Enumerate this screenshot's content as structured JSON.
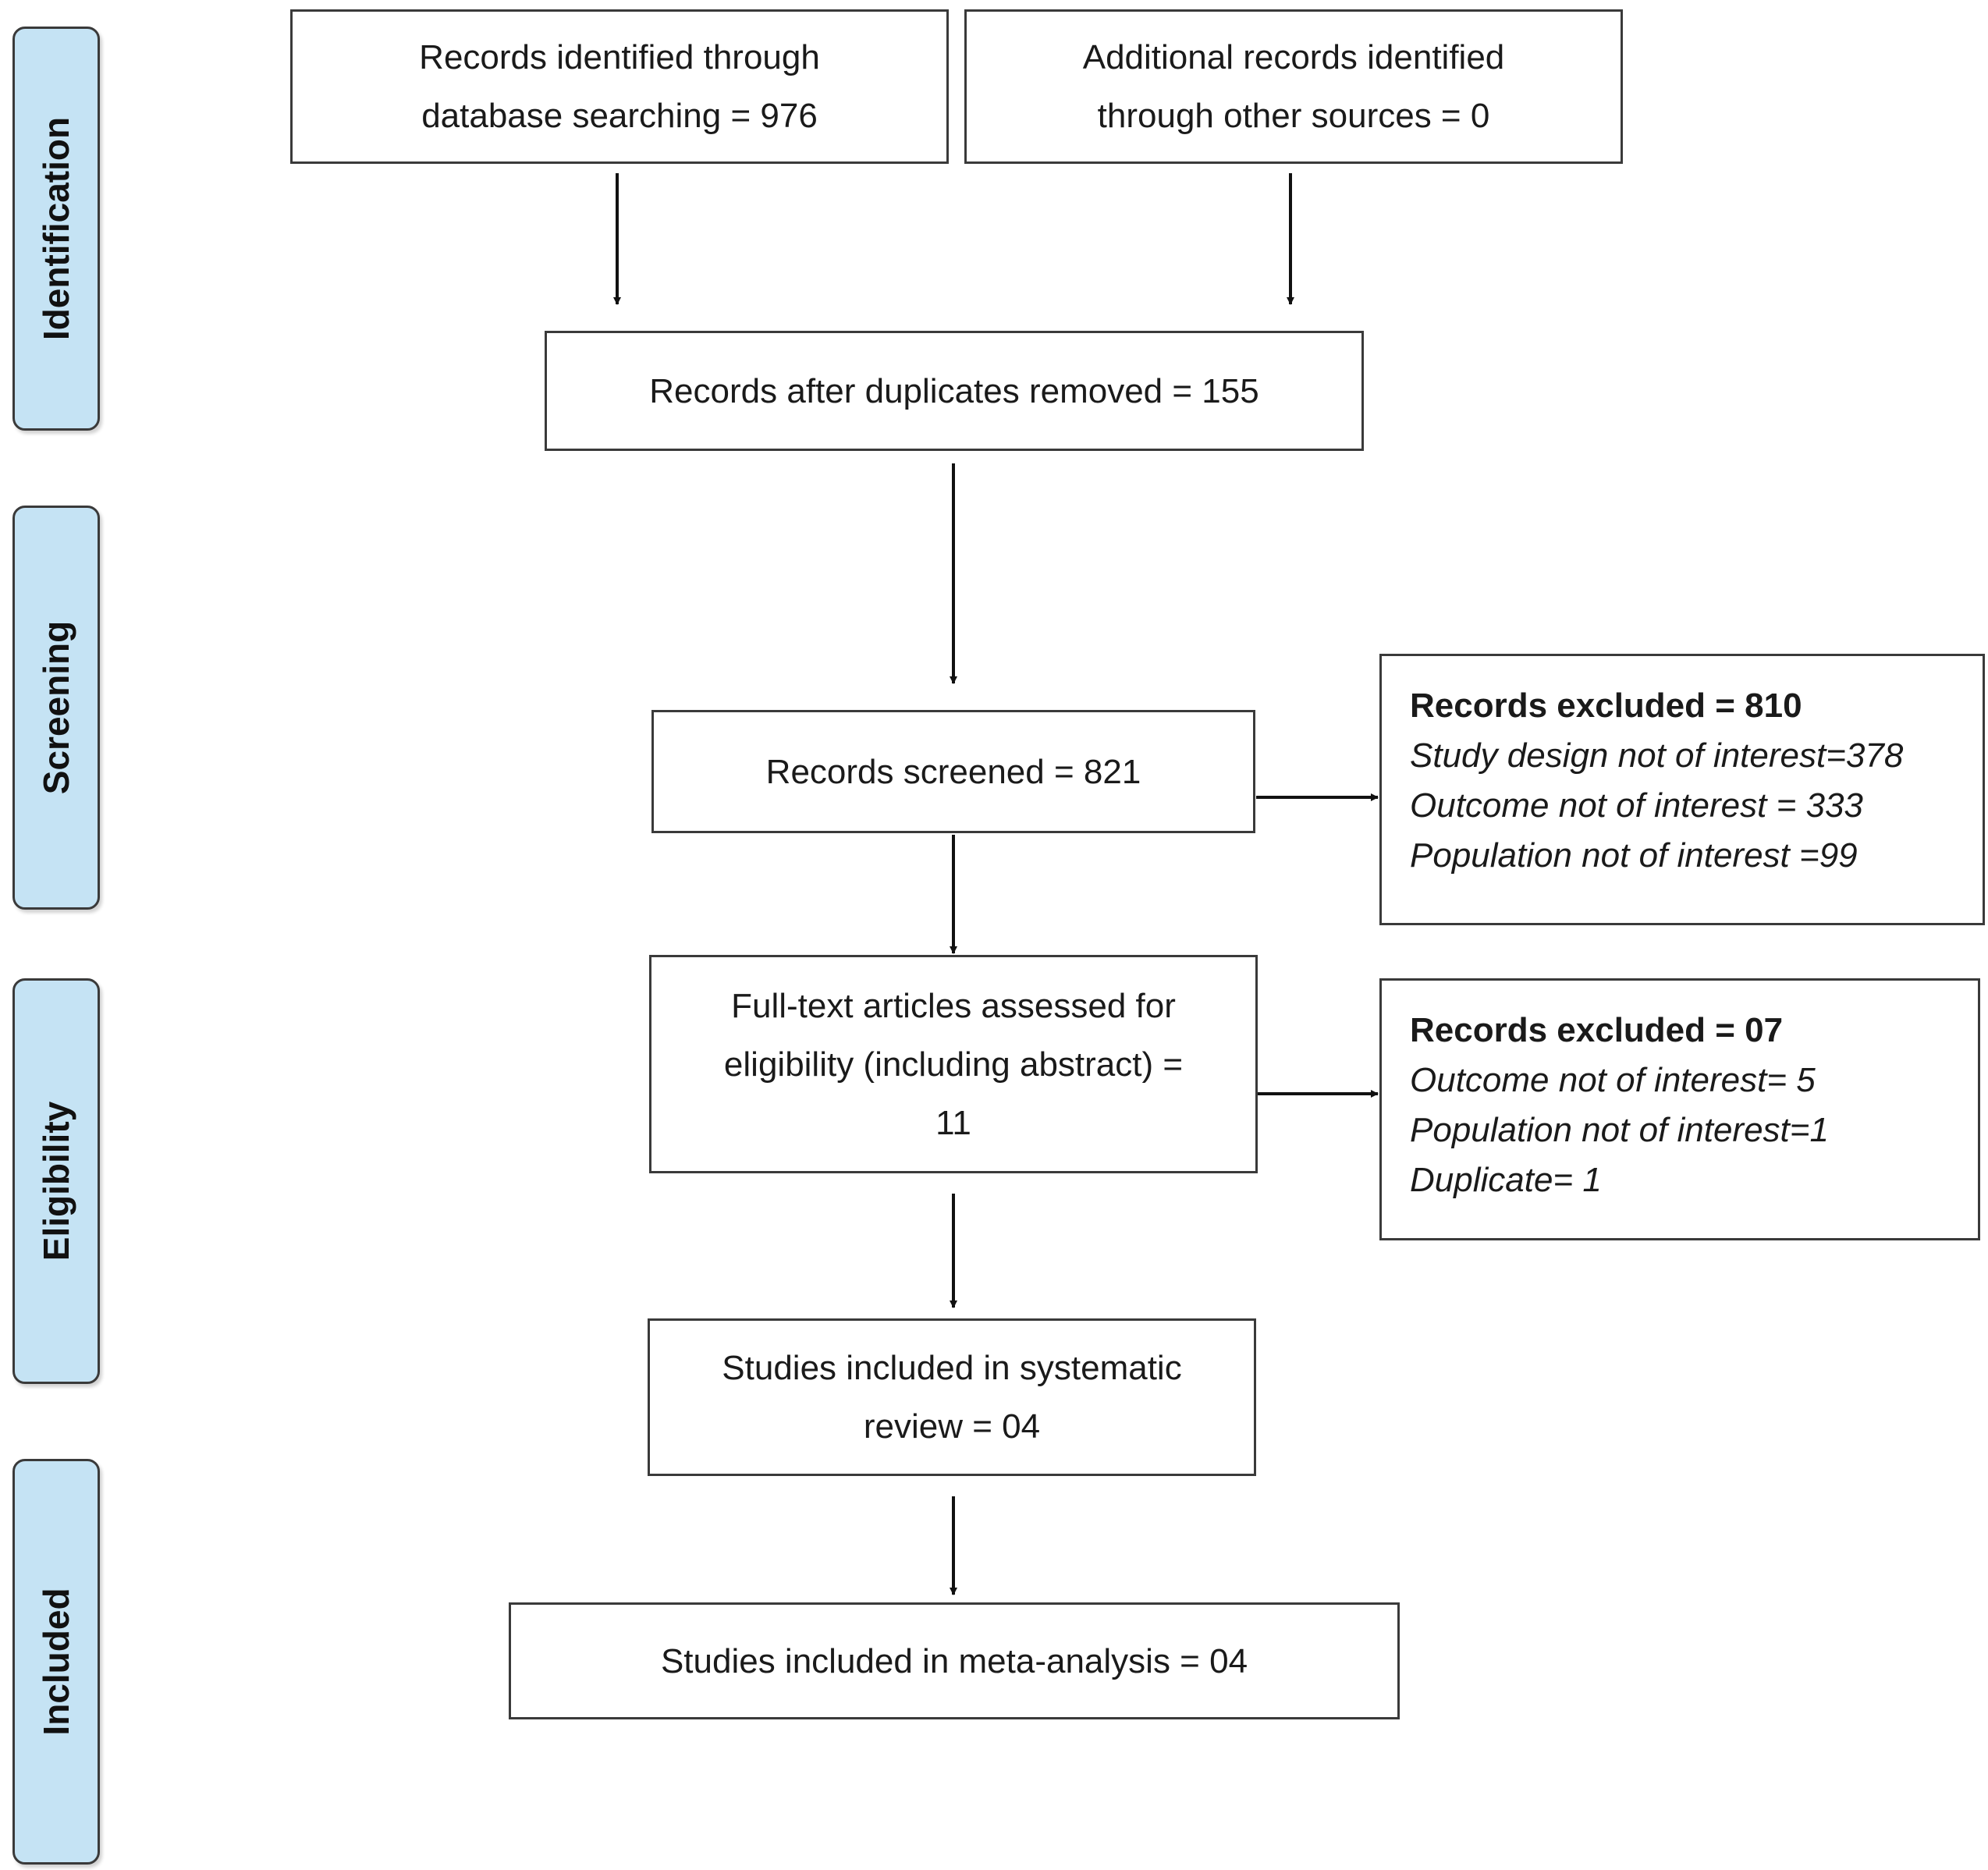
{
  "stages": {
    "identification": "Identification",
    "screening": "Screening",
    "eligibility": "Eligibility",
    "included": "Included"
  },
  "boxes": {
    "database": {
      "line1": "Records identified through",
      "line2": "database searching = 976"
    },
    "other_sources": {
      "line1": "Additional records identified",
      "line2": "through other sources = 0"
    },
    "after_duplicates": "Records after duplicates removed = 155",
    "screened": "Records screened = 821",
    "full_text": {
      "line1": "Full-text articles assessed for",
      "line2": "eligibility (including abstract) =",
      "line3": "11"
    },
    "systematic_review": {
      "line1": "Studies included in systematic",
      "line2": "review = 04"
    },
    "meta_analysis": "Studies included in meta-analysis = 04"
  },
  "exclusions": {
    "screening": {
      "heading": "Records excluded = 810",
      "items": [
        "Study design not of interest=378",
        "Outcome not of interest = 333",
        "Population not of interest =99"
      ]
    },
    "eligibility": {
      "heading": "Records excluded = 07",
      "items": [
        "Outcome not of interest= 5",
        "Population not of interest=1",
        "Duplicate= 1"
      ]
    }
  }
}
